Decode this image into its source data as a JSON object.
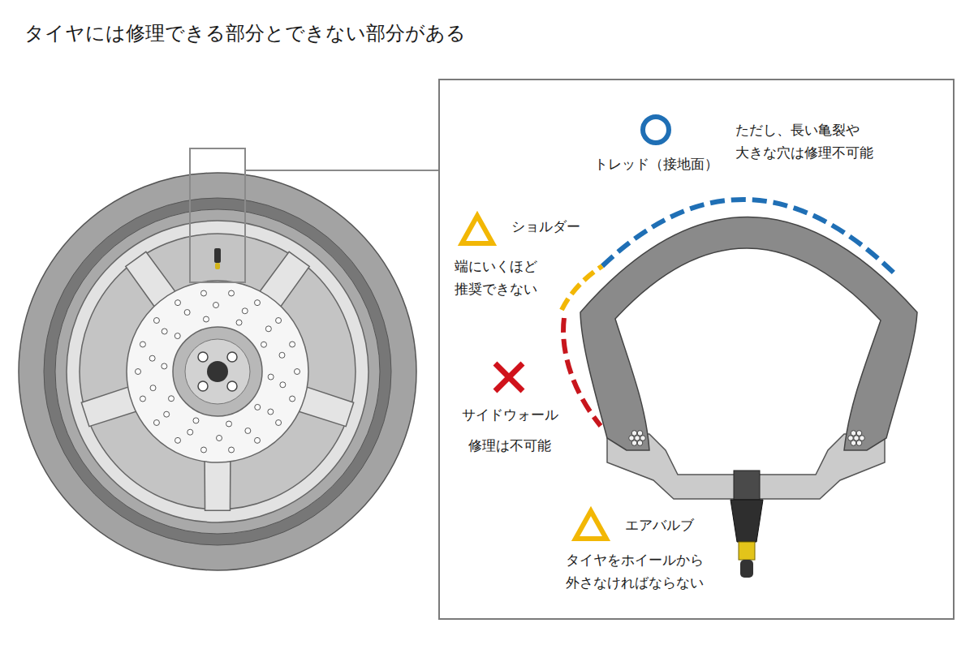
{
  "diagram": {
    "title": "タイヤには修理できる部分とできない部分がある",
    "labels": [
      "トレッド（接地面）",
      "ただし、長い亀裂や 大きな穴は修理不可能",
      "ショルダー",
      "端にいくほど 推奨できない",
      "サイドウォール",
      "修理は不可能",
      "エアバルブ",
      "タイヤをホイールから 外さなければならない"
    ]
  }
}
